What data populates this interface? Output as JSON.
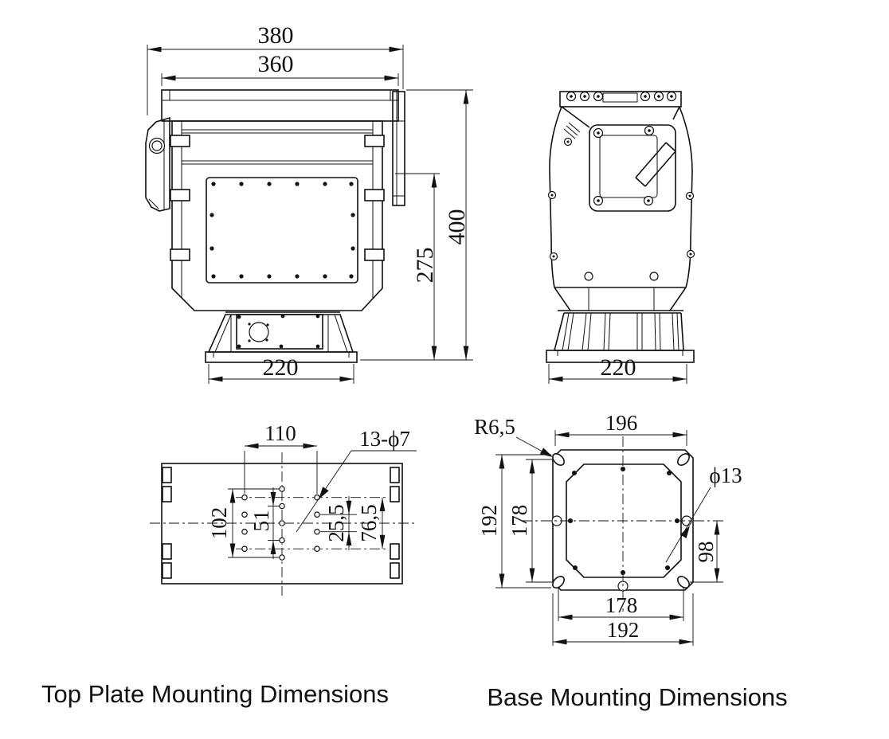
{
  "drawing": {
    "titles": {
      "top_plate": "Top Plate Mounting Dimensions",
      "base": "Base Mounting Dimensions"
    },
    "front_view": {
      "dims": {
        "overall_width": "380",
        "plate_width": "360",
        "overall_height": "400",
        "upper_height": "275",
        "base_width": "220"
      }
    },
    "side_view": {
      "dims": {
        "base_width": "220"
      }
    },
    "top_plate_view": {
      "dims": {
        "columns_span": "110",
        "rows_span": "102",
        "rows_inner_span": "51",
        "hole_pitch": "25,5",
        "stagger_span": "76,5"
      },
      "callouts": {
        "mounting_holes": "13-ϕ7"
      }
    },
    "base_view": {
      "dims": {
        "top_width": "196",
        "side_height_outer": "192",
        "side_height_inner": "178",
        "bottom_width_inner": "178",
        "bottom_width_outer": "192",
        "center_to_slot": "98"
      },
      "callouts": {
        "slot_radius": "R6,5",
        "hole_diameter": "ϕ13"
      }
    },
    "colors": {
      "line": "#111111",
      "background": "#ffffff"
    }
  }
}
